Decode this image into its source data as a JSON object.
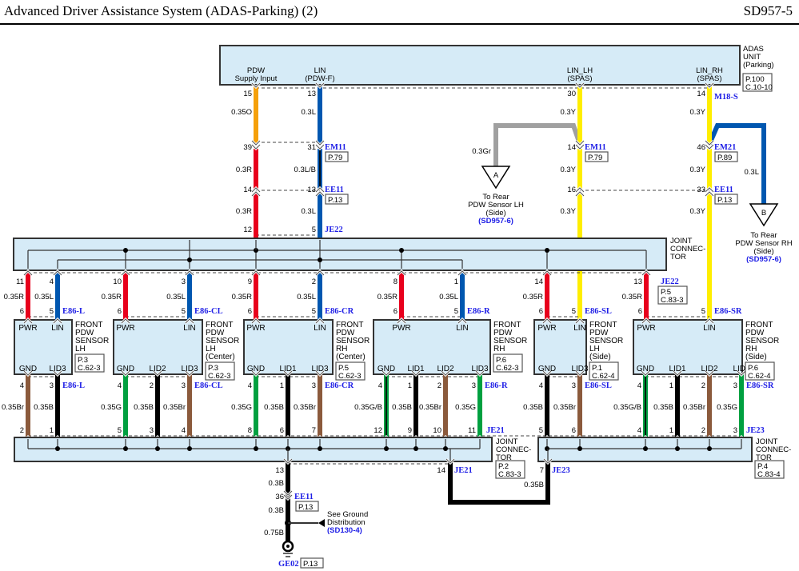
{
  "header": {
    "title": "Advanced Driver Assistance System (ADAS-Parking) (2)",
    "code": "SD957-5"
  },
  "colors": {
    "R": "#e8001c",
    "L": "#0057b0",
    "Y": "#ffee00",
    "O": "#f5a00a",
    "Br": "#8b5a3c",
    "B": "#000000",
    "G": "#00a040",
    "Gr": "#a0a0a0",
    "box": "#d6ebf7",
    "link": "#1e1ee6"
  },
  "adas_unit": {
    "name": [
      "ADAS",
      "UNIT",
      "(Parking)"
    ],
    "ref": [
      "P.100",
      "C.10-10"
    ],
    "terminals": [
      [
        "PDW",
        "Supply Input"
      ],
      [
        "LIN",
        "(PDW-F)"
      ],
      [
        "LIN_LH",
        "(SPAS)"
      ],
      [
        "LIN_RH",
        "(SPAS)"
      ]
    ]
  },
  "upper": {
    "columns": [
      {
        "pins": [
          "15",
          "39",
          "14",
          "12"
        ],
        "wires": [
          {
            "gauge": "0.35O",
            "color": "O"
          },
          {
            "gauge": "0.3R",
            "color": "R"
          },
          {
            "gauge": "0.3R",
            "color": "R"
          }
        ]
      },
      {
        "pins": [
          "13",
          "31",
          "13",
          "5"
        ],
        "wires": [
          {
            "gauge": "0.3L",
            "color": "L"
          },
          {
            "gauge": "0.3L/B",
            "color": "L/B"
          },
          {
            "gauge": "0.3L",
            "color": "L"
          }
        ]
      },
      {
        "pins": [
          "30",
          "14",
          "16"
        ],
        "wires": [
          {
            "gauge": "0.3Y",
            "color": "Y"
          },
          {
            "gauge": "0.3Y",
            "color": "Y"
          },
          {
            "gauge": "0.3Y",
            "color": "Y"
          }
        ]
      },
      {
        "pins": [
          "14",
          "46",
          "33"
        ],
        "wires": [
          {
            "gauge": "0.3Y",
            "color": "Y"
          },
          {
            "gauge": "0.3Y",
            "color": "Y"
          },
          {
            "gauge": "0.3Y",
            "color": "Y"
          }
        ]
      }
    ],
    "tags": [
      {
        "code": "M18-S",
        "ref": ""
      },
      {
        "code": "EM11",
        "ref": "P.79"
      },
      {
        "code": "EE11",
        "ref": "P.13"
      },
      {
        "code": "JE22",
        "ref": ""
      },
      {
        "code": "EM11",
        "ref": "P.79"
      },
      {
        "code": "EM21",
        "ref": "P.89"
      },
      {
        "code": "EE11",
        "ref": "P.13"
      }
    ],
    "branches": [
      {
        "gauge": "0.3Gr",
        "color": "Gr",
        "marker": "A",
        "dest": [
          "To Rear",
          "PDW Sensor LH",
          "(Side)"
        ],
        "link": "(SD957-6)"
      },
      {
        "gauge": "0.3L",
        "color": "L",
        "marker": "B",
        "dest": [
          "To Rear",
          "PDW Sensor RH",
          "(Side)"
        ],
        "link": "(SD957-6)"
      }
    ]
  },
  "joint_top": {
    "name": [
      "JOINT",
      "CONNEC-",
      "TOR"
    ],
    "tag": "JE22",
    "ref": [
      "P.5",
      "C.83-3"
    ]
  },
  "sensors": [
    {
      "name": [
        "FRONT",
        "PDW",
        "SENSOR",
        "LH"
      ],
      "ref": [
        "P.3",
        "C.62-3"
      ],
      "connector": "E86-L",
      "top": [
        {
          "label": "PWR",
          "joint_pin": "11",
          "gauge": "0.35R",
          "color": "R",
          "pin": "6"
        },
        {
          "label": "LIN",
          "joint_pin": "4",
          "gauge": "0.35L",
          "color": "L",
          "pin": "5"
        }
      ],
      "bottom": [
        {
          "label": "GND",
          "pin": "4",
          "gauge": "0.35Br",
          "color": "Br",
          "joint_pin": "2"
        },
        {
          "label": "LID3",
          "pin": "3",
          "gauge": "0.35B",
          "color": "B",
          "joint_pin": "1"
        }
      ]
    },
    {
      "name": [
        "FRONT",
        "PDW",
        "SENSOR",
        "LH",
        "(Center)"
      ],
      "ref": [
        "P.3",
        "C.62-3"
      ],
      "connector": "E86-CL",
      "top": [
        {
          "label": "PWR",
          "joint_pin": "10",
          "gauge": "0.35R",
          "color": "R",
          "pin": "6"
        },
        {
          "label": "LIN",
          "joint_pin": "3",
          "gauge": "0.35L",
          "color": "L",
          "pin": "5"
        }
      ],
      "bottom": [
        {
          "label": "GND",
          "pin": "4",
          "gauge": "0.35G",
          "color": "G",
          "joint_pin": "5"
        },
        {
          "label": "LID2",
          "pin": "2",
          "gauge": "0.35B",
          "color": "B",
          "joint_pin": "3"
        },
        {
          "label": "LID3",
          "pin": "3",
          "gauge": "0.35Br",
          "color": "Br",
          "joint_pin": "4"
        }
      ]
    },
    {
      "name": [
        "FRONT",
        "PDW",
        "SENSOR",
        "RH",
        "(Center)"
      ],
      "ref": [
        "P.5",
        "C.62-3"
      ],
      "connector": "E86-CR",
      "top": [
        {
          "label": "PWR",
          "joint_pin": "9",
          "gauge": "0.35R",
          "color": "R",
          "pin": "6"
        },
        {
          "label": "LIN",
          "joint_pin": "2",
          "gauge": "0.35L",
          "color": "L",
          "pin": "5"
        }
      ],
      "bottom": [
        {
          "label": "GND",
          "pin": "4",
          "gauge": "0.35G",
          "color": "G",
          "joint_pin": "8"
        },
        {
          "label": "LID1",
          "pin": "1",
          "gauge": "0.35B",
          "color": "B",
          "joint_pin": "6"
        },
        {
          "label": "LID3",
          "pin": "3",
          "gauge": "0.35Br",
          "color": "Br",
          "joint_pin": "7"
        }
      ]
    },
    {
      "name": [
        "FRONT",
        "PDW",
        "SENSOR",
        "RH"
      ],
      "ref": [
        "P.6",
        "C.62-3"
      ],
      "connector": "E86-R",
      "top": [
        {
          "label": "PWR",
          "joint_pin": "8",
          "gauge": "0.35R",
          "color": "R",
          "pin": "6"
        },
        {
          "label": "LIN",
          "joint_pin": "1",
          "gauge": "0.35L",
          "color": "L",
          "pin": "5"
        }
      ],
      "bottom": [
        {
          "label": "GND",
          "pin": "4",
          "gauge": "0.35G/B",
          "color": "G/B",
          "joint_pin": "12"
        },
        {
          "label": "LID1",
          "pin": "1",
          "gauge": "0.35B",
          "color": "B",
          "joint_pin": "9"
        },
        {
          "label": "LID2",
          "pin": "2",
          "gauge": "0.35Br",
          "color": "Br",
          "joint_pin": "10"
        },
        {
          "label": "LID3",
          "pin": "3",
          "gauge": "0.35G",
          "color": "G",
          "joint_pin": "11"
        }
      ]
    },
    {
      "name": [
        "FRONT",
        "PDW",
        "SENSOR",
        "LH",
        "(Side)"
      ],
      "ref": [
        "P.1",
        "C.62-4"
      ],
      "connector": "E86-SL",
      "top": [
        {
          "label": "PWR",
          "joint_pin": "14",
          "gauge": "0.35R",
          "color": "R",
          "pin": "6"
        },
        {
          "label": "LIN",
          "joint_pin": "",
          "gauge": "",
          "color": "Y",
          "pin": "5"
        }
      ],
      "bottom": [
        {
          "label": "GND",
          "pin": "4",
          "gauge": "0.35B",
          "color": "B",
          "joint_pin": "5"
        },
        {
          "label": "LID3",
          "pin": "3",
          "gauge": "0.35Br",
          "color": "Br",
          "joint_pin": "6"
        }
      ]
    },
    {
      "name": [
        "FRONT",
        "PDW",
        "SENSOR",
        "RH",
        "(Side)"
      ],
      "ref": [
        "P.6",
        "C.62-4"
      ],
      "connector": "E86-SR",
      "top": [
        {
          "label": "PWR",
          "joint_pin": "13",
          "gauge": "0.35R",
          "color": "R",
          "pin": "6"
        },
        {
          "label": "LIN",
          "joint_pin": "",
          "gauge": "",
          "color": "Y",
          "pin": "5"
        }
      ],
      "bottom": [
        {
          "label": "GND",
          "pin": "4",
          "gauge": "0.35G/B",
          "color": "G/B",
          "joint_pin": "4"
        },
        {
          "label": "LID1",
          "pin": "1",
          "gauge": "0.35B",
          "color": "B",
          "joint_pin": "1"
        },
        {
          "label": "LID2",
          "pin": "2",
          "gauge": "0.35Br",
          "color": "Br",
          "joint_pin": "2"
        },
        {
          "label": "LID3",
          "pin": "3",
          "gauge": "0.35G",
          "color": "G",
          "joint_pin": "3"
        }
      ]
    }
  ],
  "joint_bottom": [
    {
      "name": [
        "JOINT",
        "CONNEC-",
        "TOR"
      ],
      "tag": "JE21",
      "ref": [
        "P.2",
        "C.83-3"
      ],
      "out_pins": [
        "13",
        "14"
      ]
    },
    {
      "name": [
        "JOINT",
        "CONNEC-",
        "TOR"
      ],
      "tag": "JE23",
      "ref": [
        "P.4",
        "C.83-4"
      ],
      "out_pins": [
        "7"
      ]
    }
  ],
  "ground": {
    "link_gauge": "0.35B",
    "wires": [
      {
        "gauge": "0.3B"
      },
      {
        "gauge": "0.3B"
      },
      {
        "gauge": "0.75B"
      }
    ],
    "splice_pin": "36",
    "splice_tag": "EE11",
    "splice_ref": "P.13",
    "note": [
      "See Ground",
      "Distribution"
    ],
    "note_link": "(SD130-4)",
    "ground_tag": "GE02",
    "ground_ref": "P.13"
  }
}
